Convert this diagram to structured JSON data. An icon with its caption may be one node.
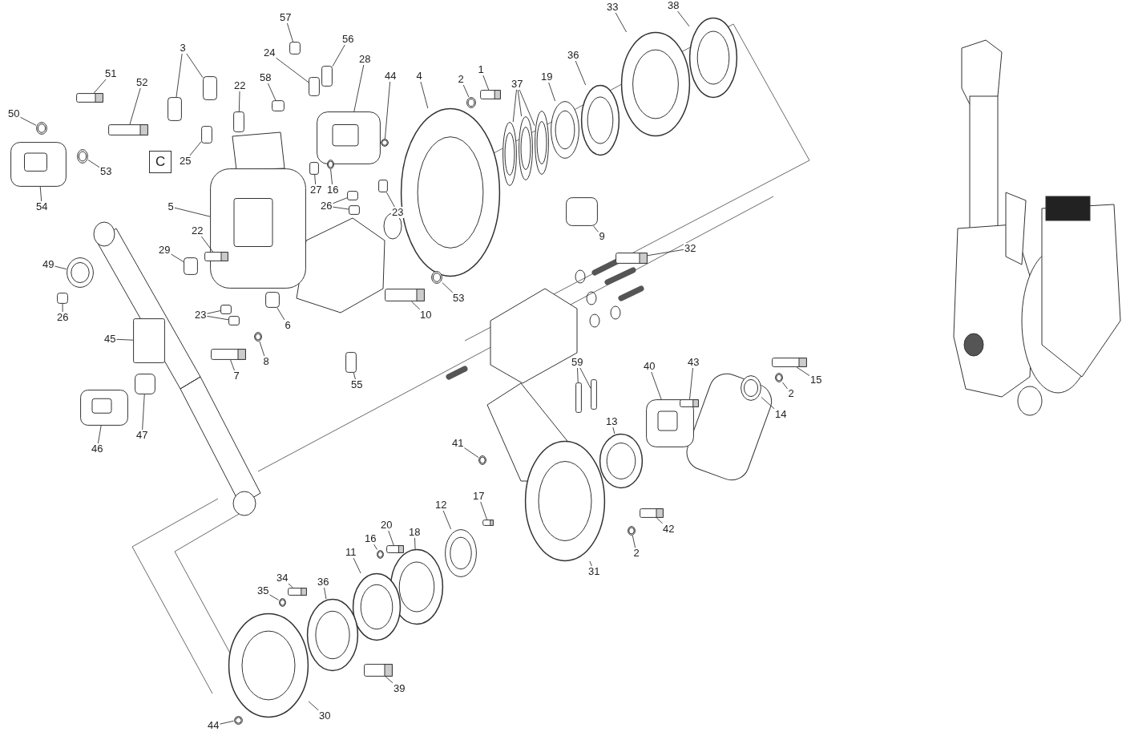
{
  "diagram": {
    "nodes": [
      {
        "text": [
          "51"
        ]
      },
      {
        "text": [
          "52"
        ]
      },
      {
        "text": [
          "50"
        ]
      },
      {
        "text": [
          "53"
        ]
      },
      {
        "text": [
          "54"
        ]
      },
      {
        "text": [
          "3"
        ]
      },
      {
        "text": [
          "22"
        ]
      },
      {
        "text": [
          "25"
        ]
      },
      {
        "text": [
          "C"
        ]
      },
      {
        "text": [
          "57"
        ]
      },
      {
        "text": [
          "24"
        ]
      },
      {
        "text": [
          "56"
        ]
      },
      {
        "text": [
          "28"
        ]
      },
      {
        "text": [
          "58"
        ]
      },
      {
        "text": [
          "44"
        ]
      },
      {
        "text": [
          "4"
        ]
      },
      {
        "text": [
          "2"
        ]
      },
      {
        "text": [
          "1"
        ]
      },
      {
        "text": [
          "37"
        ]
      },
      {
        "text": [
          "19"
        ]
      },
      {
        "text": [
          "36"
        ]
      },
      {
        "text": [
          "33"
        ]
      },
      {
        "text": [
          "38"
        ]
      },
      {
        "text": [
          "27"
        ]
      },
      {
        "text": [
          "16"
        ]
      },
      {
        "text": [
          "26"
        ]
      },
      {
        "text": [
          "23"
        ]
      },
      {
        "text": [
          "5"
        ]
      },
      {
        "text": [
          "22"
        ]
      },
      {
        "text": [
          "29"
        ]
      },
      {
        "text": [
          "49"
        ]
      },
      {
        "text": [
          "26"
        ]
      },
      {
        "text": [
          "9"
        ]
      },
      {
        "text": [
          "32"
        ]
      },
      {
        "text": [
          "53"
        ]
      },
      {
        "text": [
          "10"
        ]
      },
      {
        "text": [
          "23"
        ]
      },
      {
        "text": [
          "45"
        ]
      },
      {
        "text": [
          "6"
        ]
      },
      {
        "text": [
          "8"
        ]
      },
      {
        "text": [
          "7"
        ]
      },
      {
        "text": [
          "55"
        ]
      },
      {
        "text": [
          "46"
        ]
      },
      {
        "text": [
          "47"
        ]
      },
      {
        "text": [
          "59"
        ]
      },
      {
        "text": [
          "40"
        ]
      },
      {
        "text": [
          "43"
        ]
      },
      {
        "text": [
          "15"
        ]
      },
      {
        "text": [
          "2"
        ]
      },
      {
        "text": [
          "14"
        ]
      },
      {
        "text": [
          "13"
        ]
      },
      {
        "text": [
          "41"
        ]
      },
      {
        "text": [
          "17"
        ]
      },
      {
        "text": [
          "12"
        ]
      },
      {
        "text": [
          "20"
        ]
      },
      {
        "text": [
          "18"
        ]
      },
      {
        "text": [
          "16"
        ]
      },
      {
        "text": [
          "11"
        ]
      },
      {
        "text": [
          "42"
        ]
      },
      {
        "text": [
          "2"
        ]
      },
      {
        "text": [
          "31"
        ]
      },
      {
        "text": [
          "34"
        ]
      },
      {
        "text": [
          "35"
        ]
      },
      {
        "text": [
          "36"
        ]
      },
      {
        "text": [
          "39"
        ]
      },
      {
        "text": [
          "30"
        ]
      },
      {
        "text": [
          "44"
        ]
      },
      {
        "text": [],
        "shape": "bar"
      },
      {
        "text": [],
        "shape": "bar"
      },
      {
        "text": [],
        "shape": "circle"
      },
      {
        "text": [],
        "shape": "circle"
      },
      {
        "text": [],
        "shape": "box"
      },
      {
        "text": [],
        "shape": "box"
      },
      {
        "text": [],
        "shape": "box"
      },
      {
        "text": [],
        "shape": "box"
      },
      {
        "text": [],
        "shape": "box"
      },
      {
        "text": [],
        "shape": "box"
      },
      {
        "text": [],
        "shape": "box"
      },
      {
        "text": [],
        "shape": "box"
      },
      {
        "text": [],
        "shape": "box"
      },
      {
        "text": [],
        "shape": "box"
      },
      {
        "text": [],
        "shape": "circle"
      },
      {
        "text": [],
        "shape": "circle"
      },
      {
        "text": [],
        "shape": "circle"
      },
      {
        "text": [],
        "shape": "bar"
      },
      {
        "text": [],
        "shape": "circle"
      },
      {
        "text": [],
        "shape": "circle"
      },
      {
        "text": [],
        "shape": "circle"
      },
      {
        "text": [],
        "shape": "circle"
      },
      {
        "text": [],
        "shape": "circle"
      },
      {
        "text": [],
        "shape": "circle"
      },
      {
        "text": [],
        "shape": "circle"
      },
      {
        "text": [],
        "shape": "box"
      },
      {
        "text": [],
        "shape": "circle"
      },
      {
        "text": [],
        "shape": "box"
      },
      {
        "text": [],
        "shape": "box"
      },
      {
        "text": [],
        "shape": "box"
      },
      {
        "text": [],
        "shape": "box"
      },
      {
        "text": [],
        "shape": "bar"
      },
      {
        "text": [],
        "shape": "box"
      },
      {
        "text": [],
        "shape": "circle"
      },
      {
        "text": [],
        "shape": "box"
      },
      {
        "text": [],
        "shape": "box"
      },
      {
        "text": [],
        "shape": "bar"
      },
      {
        "text": [],
        "shape": "circle"
      },
      {
        "text": [],
        "shape": "bar"
      },
      {
        "text": [],
        "shape": "box"
      },
      {
        "text": [],
        "shape": "box"
      },
      {
        "text": [],
        "shape": "bar"
      },
      {
        "text": [],
        "shape": "box"
      },
      {
        "text": [],
        "shape": "circle"
      },
      {
        "text": [],
        "shape": "bar"
      },
      {
        "text": [],
        "shape": "box"
      },
      {
        "text": [],
        "shape": "box"
      },
      {
        "text": [],
        "shape": "box"
      },
      {
        "text": [],
        "shape": "bar"
      },
      {
        "text": [],
        "shape": "bar"
      },
      {
        "text": [],
        "shape": "box"
      },
      {
        "text": [],
        "shape": "bar"
      },
      {
        "text": [],
        "shape": "bar"
      },
      {
        "text": [],
        "shape": "circle"
      },
      {
        "text": [],
        "shape": "circle"
      },
      {
        "text": [],
        "shape": "circle"
      },
      {
        "text": [],
        "shape": "circle"
      },
      {
        "text": [],
        "shape": "bar"
      },
      {
        "text": [],
        "shape": "circle"
      },
      {
        "text": [],
        "shape": "bar"
      },
      {
        "text": [],
        "shape": "circle"
      },
      {
        "text": [],
        "shape": "circle"
      },
      {
        "text": [],
        "shape": "circle"
      },
      {
        "text": [],
        "shape": "bar"
      },
      {
        "text": [],
        "shape": "circle"
      },
      {
        "text": [],
        "shape": "circle"
      },
      {
        "text": [],
        "shape": "bar"
      },
      {
        "text": [],
        "shape": "circle"
      },
      {
        "text": [],
        "shape": "circle"
      },
      {
        "text": [],
        "shape": "bar"
      },
      {
        "text": [],
        "shape": "circle"
      },
      {
        "text": [],
        "shape": "circle"
      }
    ],
    "edges": [
      {
        "from": 0,
        "to": 67,
        "arrow": "none"
      },
      {
        "from": 1,
        "to": 68,
        "arrow": "none"
      },
      {
        "from": 2,
        "to": 69,
        "arrow": "none"
      },
      {
        "from": 3,
        "to": 70,
        "arrow": "none"
      },
      {
        "from": 4,
        "to": 71,
        "arrow": "none"
      },
      {
        "from": 5,
        "to": 72,
        "arrow": "none"
      },
      {
        "from": 5,
        "to": 73,
        "arrow": "none"
      },
      {
        "from": 6,
        "to": 74,
        "arrow": "none"
      },
      {
        "from": 7,
        "to": 75,
        "arrow": "none"
      },
      {
        "from": 9,
        "to": 76,
        "arrow": "none"
      },
      {
        "from": 10,
        "to": 77,
        "arrow": "none"
      },
      {
        "from": 11,
        "to": 78,
        "arrow": "none"
      },
      {
        "from": 12,
        "to": 79,
        "arrow": "none"
      },
      {
        "from": 13,
        "to": 80,
        "arrow": "none"
      },
      {
        "from": 14,
        "to": 81,
        "arrow": "none"
      },
      {
        "from": 15,
        "to": 82,
        "arrow": "none"
      },
      {
        "from": 16,
        "to": 83,
        "arrow": "none"
      },
      {
        "from": 17,
        "to": 84,
        "arrow": "none"
      },
      {
        "from": 18,
        "to": 85,
        "arrow": "none"
      },
      {
        "from": 18,
        "to": 86,
        "arrow": "none"
      },
      {
        "from": 18,
        "to": 87,
        "arrow": "none"
      },
      {
        "from": 19,
        "to": 88,
        "arrow": "none"
      },
      {
        "from": 20,
        "to": 89,
        "arrow": "none"
      },
      {
        "from": 21,
        "to": 90,
        "arrow": "none"
      },
      {
        "from": 22,
        "to": 91,
        "arrow": "none"
      },
      {
        "from": 23,
        "to": 92,
        "arrow": "none"
      },
      {
        "from": 24,
        "to": 93,
        "arrow": "none"
      },
      {
        "from": 25,
        "to": 94,
        "arrow": "none"
      },
      {
        "from": 25,
        "to": 95,
        "arrow": "none"
      },
      {
        "from": 26,
        "to": 96,
        "arrow": "none"
      },
      {
        "from": 27,
        "to": 97,
        "arrow": "none"
      },
      {
        "from": 28,
        "to": 98,
        "arrow": "none"
      },
      {
        "from": 29,
        "to": 99,
        "arrow": "none"
      },
      {
        "from": 30,
        "to": 100,
        "arrow": "none"
      },
      {
        "from": 31,
        "to": 101,
        "arrow": "none"
      },
      {
        "from": 32,
        "to": 102,
        "arrow": "none"
      },
      {
        "from": 33,
        "to": 103,
        "arrow": "none"
      },
      {
        "from": 34,
        "to": 104,
        "arrow": "none"
      },
      {
        "from": 35,
        "to": 105,
        "arrow": "none"
      },
      {
        "from": 36,
        "to": 106,
        "arrow": "none"
      },
      {
        "from": 36,
        "to": 107,
        "arrow": "none"
      },
      {
        "from": 37,
        "to": 108,
        "arrow": "none"
      },
      {
        "from": 38,
        "to": 109,
        "arrow": "none"
      },
      {
        "from": 39,
        "to": 110,
        "arrow": "none"
      },
      {
        "from": 40,
        "to": 111,
        "arrow": "none"
      },
      {
        "from": 41,
        "to": 112,
        "arrow": "none"
      },
      {
        "from": 42,
        "to": 113,
        "arrow": "none"
      },
      {
        "from": 43,
        "to": 114,
        "arrow": "none"
      },
      {
        "from": 44,
        "to": 115,
        "arrow": "none"
      },
      {
        "from": 44,
        "to": 116,
        "arrow": "none"
      },
      {
        "from": 45,
        "to": 117,
        "arrow": "none"
      },
      {
        "from": 46,
        "to": 118,
        "arrow": "none"
      },
      {
        "from": 47,
        "to": 119,
        "arrow": "none"
      },
      {
        "from": 48,
        "to": 120,
        "arrow": "none"
      },
      {
        "from": 49,
        "to": 121,
        "arrow": "none"
      },
      {
        "from": 50,
        "to": 122,
        "arrow": "none"
      },
      {
        "from": 51,
        "to": 123,
        "arrow": "none"
      },
      {
        "from": 52,
        "to": 124,
        "arrow": "none"
      },
      {
        "from": 53,
        "to": 125,
        "arrow": "none"
      },
      {
        "from": 54,
        "to": 126,
        "arrow": "none"
      },
      {
        "from": 55,
        "to": 127,
        "arrow": "none"
      },
      {
        "from": 56,
        "to": 128,
        "arrow": "none"
      },
      {
        "from": 57,
        "to": 129,
        "arrow": "none"
      },
      {
        "from": 58,
        "to": 130,
        "arrow": "none"
      },
      {
        "from": 59,
        "to": 131,
        "arrow": "none"
      },
      {
        "from": 60,
        "to": 132,
        "arrow": "none"
      },
      {
        "from": 61,
        "to": 133,
        "arrow": "none"
      },
      {
        "from": 62,
        "to": 134,
        "arrow": "none"
      },
      {
        "from": 63,
        "to": 135,
        "arrow": "none"
      },
      {
        "from": 64,
        "to": 136,
        "arrow": "none"
      },
      {
        "from": 65,
        "to": 137,
        "arrow": "none"
      },
      {
        "from": 66,
        "to": 138,
        "arrow": "none"
      }
    ]
  }
}
